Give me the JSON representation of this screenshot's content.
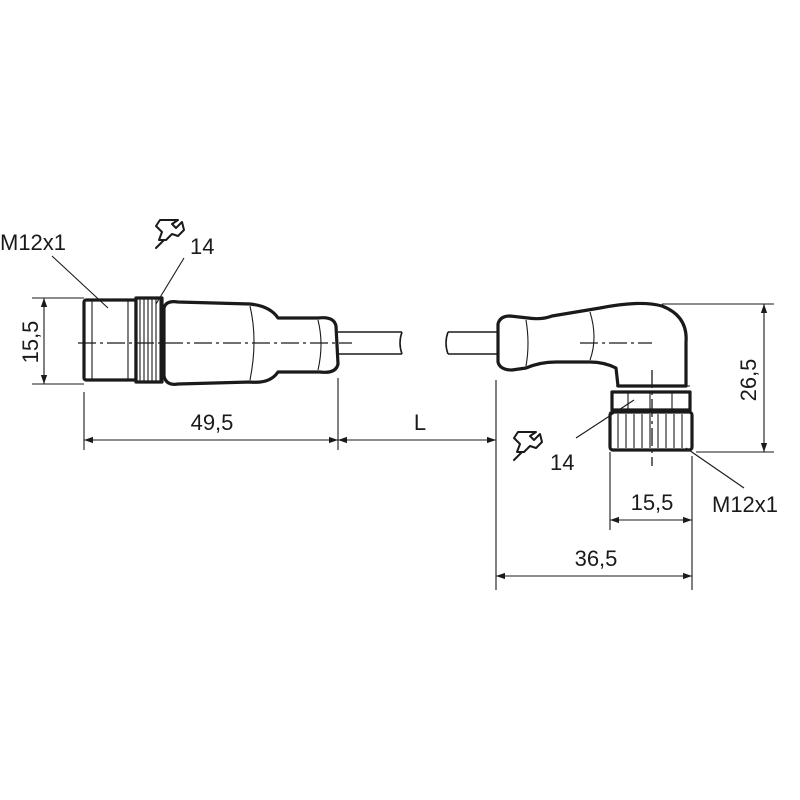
{
  "labels": {
    "left_thread": "M12x1",
    "left_wrench_size": "14",
    "left_diameter": "15,5",
    "left_length": "49,5",
    "cable_length": "L",
    "right_wrench_size": "14",
    "right_height": "26,5",
    "right_diameter": "15,5",
    "right_thread": "M12x1",
    "right_length": "36,5"
  },
  "icons": {
    "wrench": "wrench-icon"
  }
}
